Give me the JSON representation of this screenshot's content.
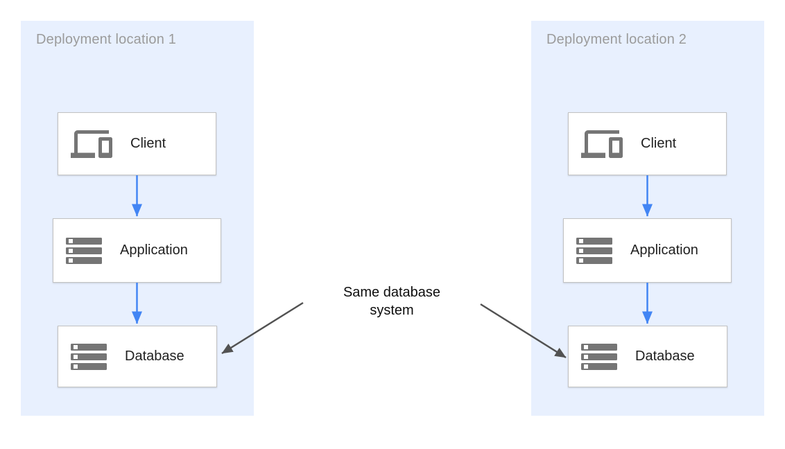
{
  "panels": [
    {
      "title": "Deployment location 1",
      "nodes": [
        {
          "label": "Client",
          "icon": "devices-icon"
        },
        {
          "label": "Application",
          "icon": "server-icon"
        },
        {
          "label": "Database",
          "icon": "server-icon"
        }
      ]
    },
    {
      "title": "Deployment location 2",
      "nodes": [
        {
          "label": "Client",
          "icon": "devices-icon"
        },
        {
          "label": "Application",
          "icon": "server-icon"
        },
        {
          "label": "Database",
          "icon": "server-icon"
        }
      ]
    }
  ],
  "annotation": {
    "text": "Same database\nsystem"
  },
  "colors": {
    "panel_bg": "#e8f0fe",
    "panel_title": "#9b9b9b",
    "node_border": "#c2c2c2",
    "node_label": "#212121",
    "icon_gray": "#757575",
    "flow_arrow_blue": "#4285f4",
    "annotation_arrow_gray": "#525252"
  }
}
